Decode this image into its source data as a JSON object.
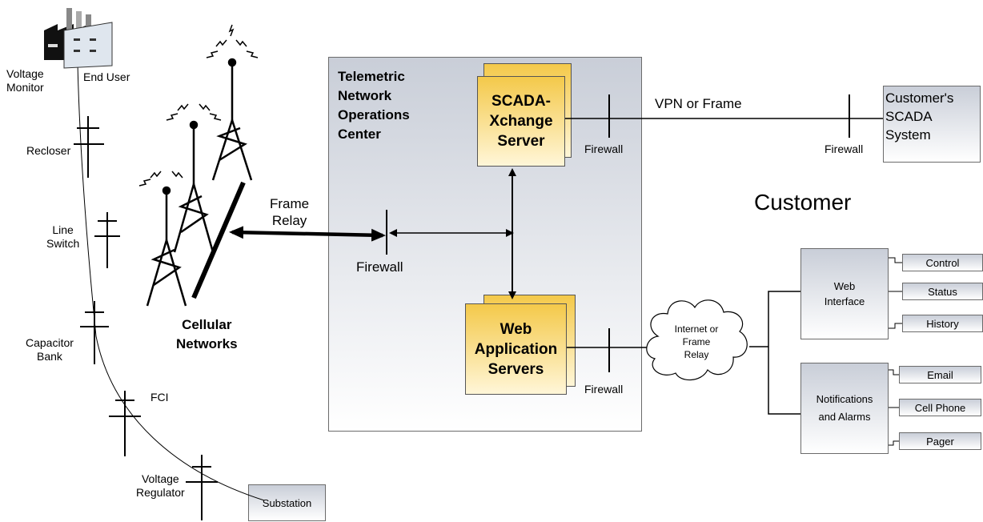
{
  "noc": {
    "title": "Telemetric\nNetwork\nOperations\nCenter"
  },
  "scada_server": "SCADA-\nXchange\nServer",
  "web_servers": "Web\nApplication\nServers",
  "firewalls": {
    "frame_relay": "Firewall",
    "scada": "Firewall",
    "web": "Firewall",
    "customer": "Firewall"
  },
  "vpn_label": "VPN or Frame",
  "frame_relay_label": "Frame\nRelay",
  "customer_system": "Customer's\nSCADA\nSystem",
  "customer_heading": "Customer",
  "cellular_label": "Cellular\nNetworks",
  "cloud_label": "Internet or\nFrame\nRelay",
  "web_interface": {
    "title": "Web\nInterface",
    "items": [
      "Control",
      "Status",
      "History"
    ]
  },
  "notifications": {
    "title": "Notifications\nand Alarms",
    "items": [
      "Email",
      "Cell Phone",
      "Pager"
    ]
  },
  "field_devices": {
    "voltage_monitor": "Voltage\nMonitor",
    "end_user": "End User",
    "recloser": "Recloser",
    "line_switch": "Line\nSwitch",
    "capacitor_bank": "Capacitor\nBank",
    "fci": "FCI",
    "voltage_regulator": "Voltage\nRegulator",
    "substation": "Substation"
  }
}
